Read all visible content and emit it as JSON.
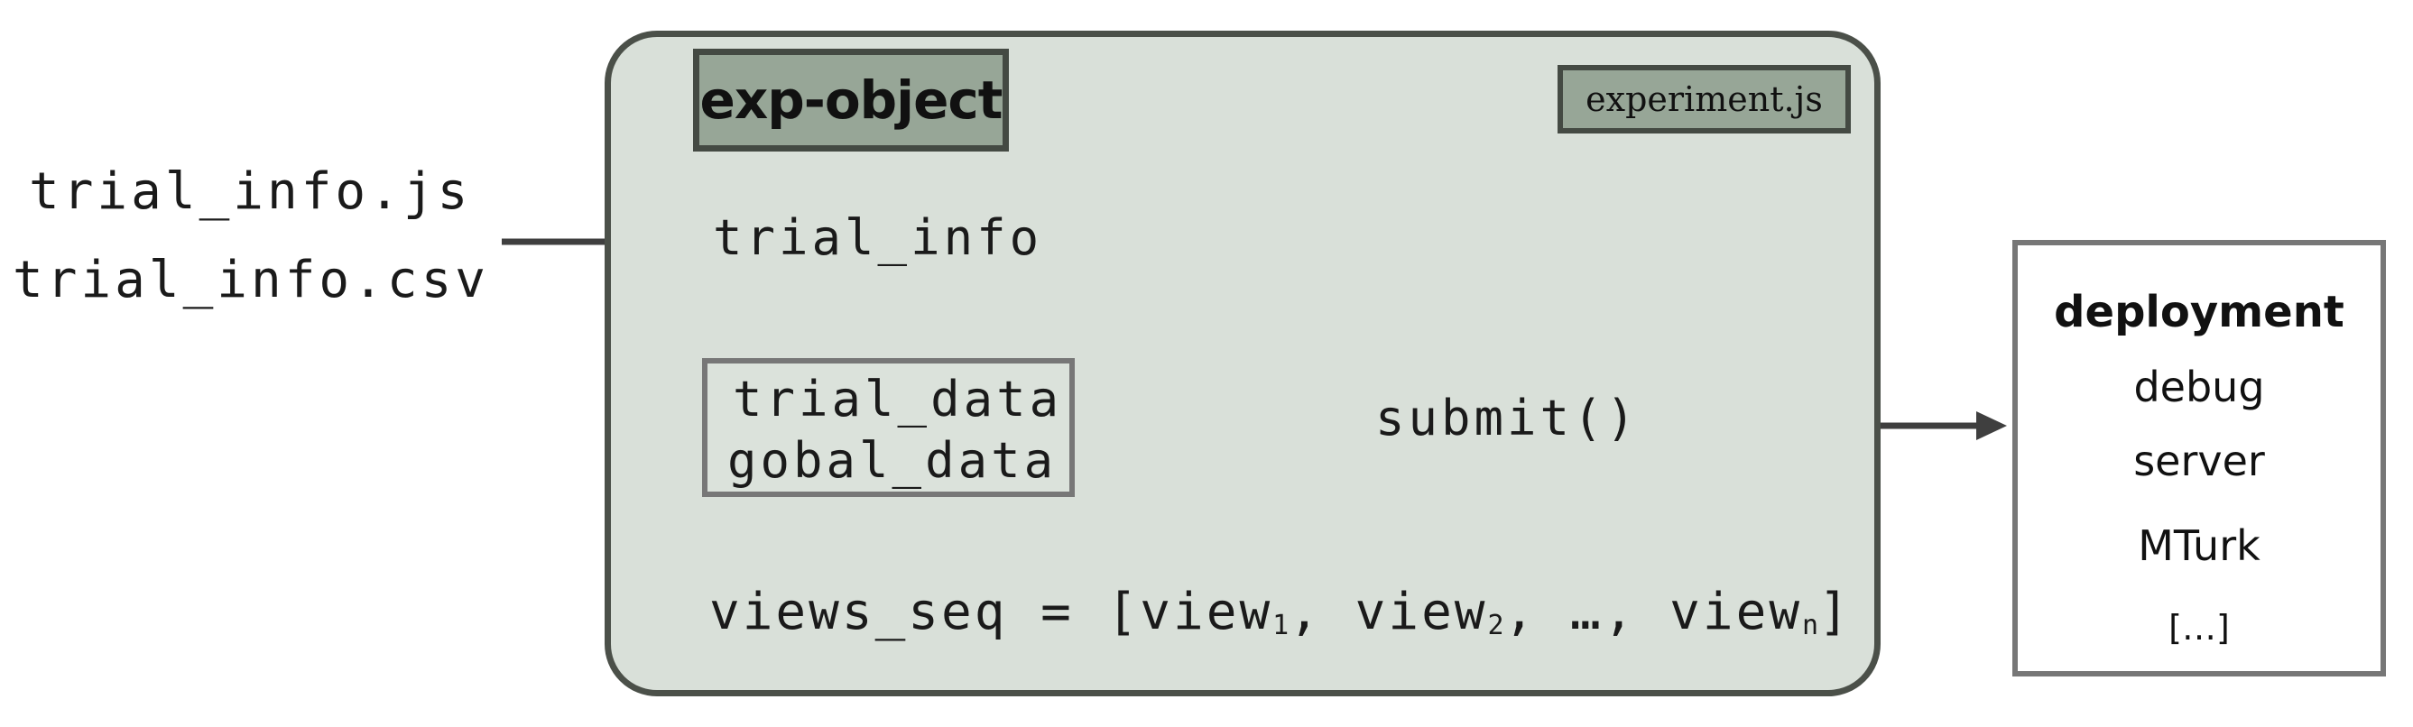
{
  "inputs": {
    "file_js": "trial_info.js",
    "file_csv": "trial_info.csv"
  },
  "exp_object": {
    "title": "exp-object",
    "file_tag": "experiment.js",
    "trial_info": "trial_info",
    "data_lines": [
      "trial_data",
      "gobal_data"
    ],
    "submit": "submit()",
    "views_seq": {
      "prefix": "views_seq = [",
      "view": "view",
      "sub_1": "1",
      "sub_2": "2",
      "sub_n": "n",
      "sep": ", ",
      "ellipsis": "…",
      "suffix": "]"
    }
  },
  "deployment": {
    "title": "deployment",
    "options": [
      "debug",
      "server",
      "MTurk",
      "[…]"
    ]
  },
  "colors": {
    "container_fill": "#d9e0d9",
    "container_border": "#4b5049",
    "title_fill": "#97a697",
    "arrow": "#3f3f3f",
    "box_border": "#777777"
  }
}
